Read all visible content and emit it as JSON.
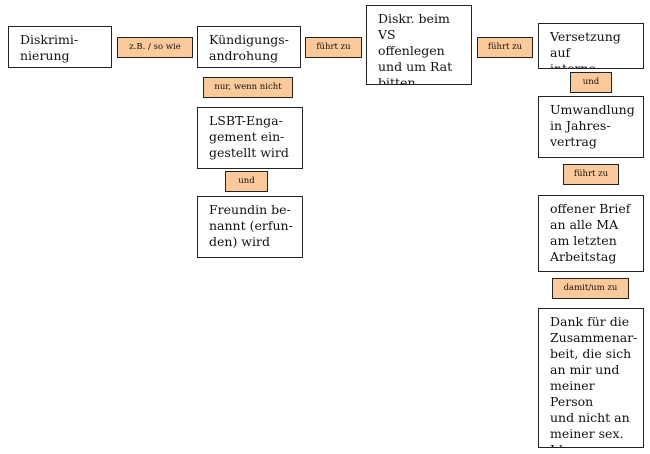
{
  "nodes": {
    "diskriminierung": "Diskrimi-\nnierung",
    "kuendigungsandrohung": "Kündigungs-\nandrohung",
    "diskr_vs": "Diskr. beim\nVS offenlegen\nund um Rat\nbitten",
    "versetzung": "Versetzung auf\ninterne Stelle",
    "lsbt": "LSBT-Enga-\ngement ein-\ngestellt wird",
    "umwandlung": "Umwandlung\nin Jahres-\nvertrag",
    "freundin": "Freundin be-\nnannt (erfun-\nden) wird",
    "offener_brief": "offener Brief\nan alle MA\nam letzten\nArbeitstag",
    "dank": "Dank für die\nZusammenar-\nbeit, die sich\nan mir und\nmeiner Person\nund nicht an\nmeiner sex. Id.\norientiert hat"
  },
  "edges": {
    "zb_so_wie": "z.B. / so wie",
    "fuehrt_zu_1": "führt zu",
    "fuehrt_zu_2": "führt zu",
    "nur_wenn_nicht": "nur, wenn nicht",
    "und_1": "und",
    "und_2": "und",
    "fuehrt_zu_3": "führt zu",
    "damit_um_zu": "damit/um zu"
  },
  "colors": {
    "connector_fill": "#fcc99b",
    "border": "#222222"
  }
}
